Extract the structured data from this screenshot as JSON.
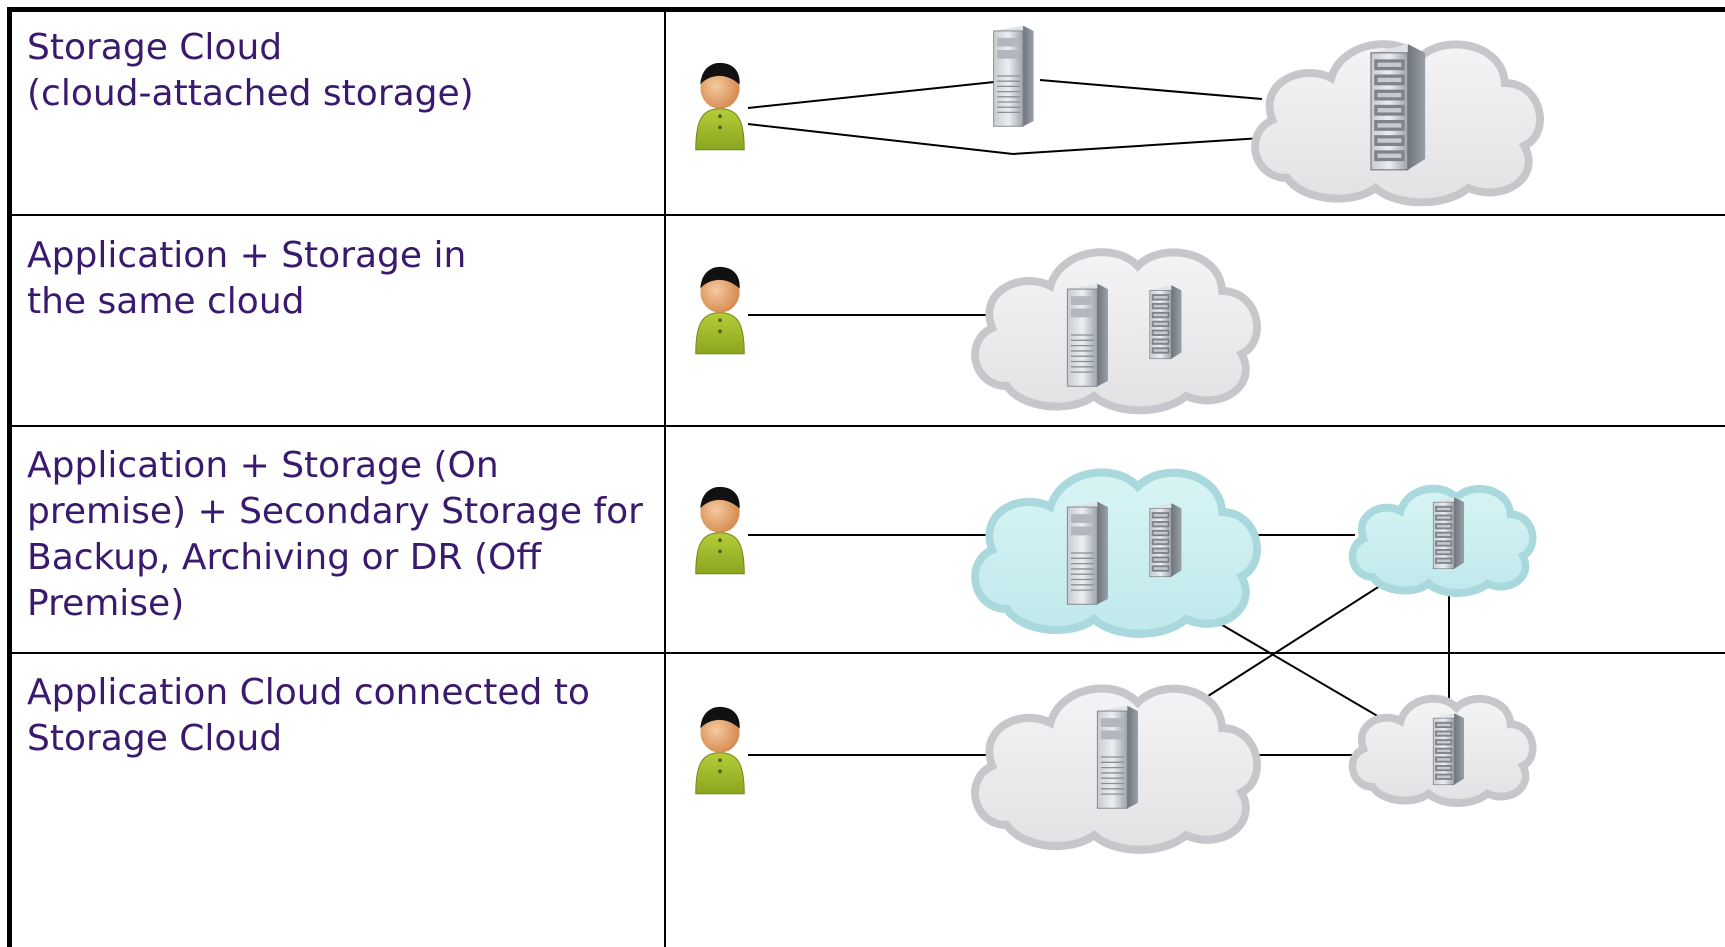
{
  "rows": [
    {
      "lines": [
        "Storage Cloud",
        "(cloud-attached storage)"
      ]
    },
    {
      "lines": [
        "Application + Storage in",
        "the same cloud"
      ]
    },
    {
      "lines": [
        "Application + Storage (On",
        "premise) + Secondary Storage for",
        "Backup, Archiving or DR (Off",
        "Premise)"
      ]
    },
    {
      "lines": [
        "Application Cloud connected to",
        "Storage Cloud"
      ]
    }
  ],
  "colors": {
    "label_text": "#3a1a6e",
    "grid_line": "#000000",
    "cloud_gray": "#e9e9eb",
    "cloud_cyan": "#c9eef0",
    "person_body": "#9bb52a"
  },
  "icons": [
    "person-icon",
    "server-icon",
    "storage-rack-icon",
    "cloud-icon"
  ]
}
